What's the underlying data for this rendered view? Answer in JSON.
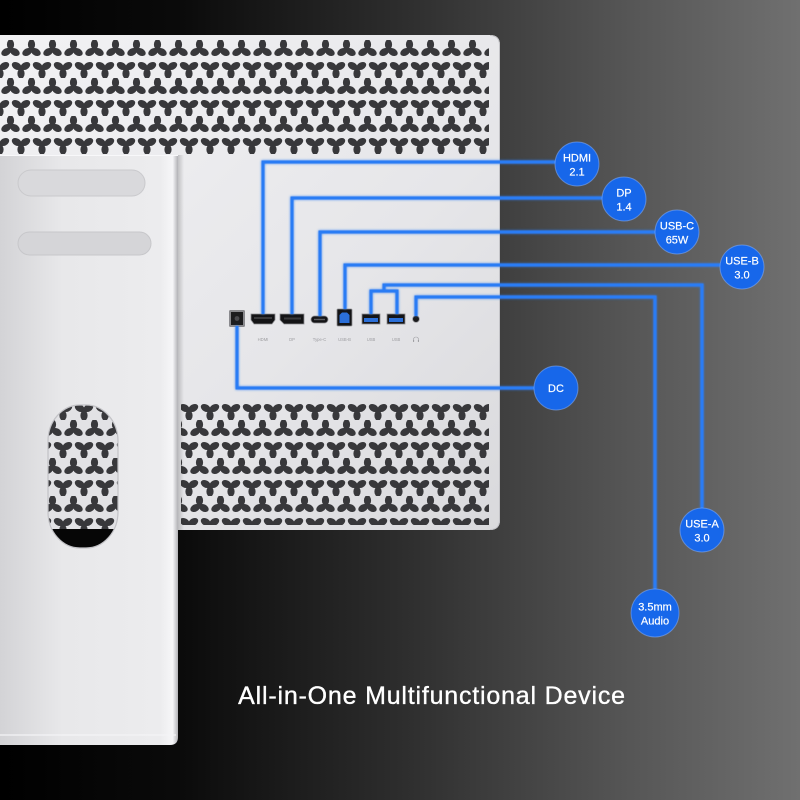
{
  "title": "All-in-One Multifunctional Device",
  "callouts": {
    "hdmi": {
      "line1": "HDMI",
      "line2": "2.1"
    },
    "dp": {
      "line1": "DP",
      "line2": "1.4"
    },
    "usb_c": {
      "line1": "USB-C",
      "line2": "65W"
    },
    "usb_b": {
      "line1": "USE-B",
      "line2": "3.0"
    },
    "usb_a": {
      "line1": "USE-A",
      "line2": "3.0"
    },
    "audio": {
      "line1": "3.5mm",
      "line2": "Audio"
    },
    "dc": {
      "line1": "DC"
    }
  },
  "port_labels": {
    "hdmi": "HDMI",
    "dp": "DP",
    "type_c": "Type-C",
    "usb_b": "USB-B",
    "usb_a_1": "USB",
    "usb_a_2": "USB"
  },
  "icons": {
    "audio_port_label": "headphone-icon"
  },
  "colors": {
    "accent": "#1767ea",
    "line": "#2a7cf4",
    "callout_text": "#ffffff",
    "title_text": "#ffffff",
    "usb_blue": "#2b6fd8",
    "panel": "#e7e7e9",
    "bg_left": "#000000",
    "bg_right": "#707070"
  }
}
